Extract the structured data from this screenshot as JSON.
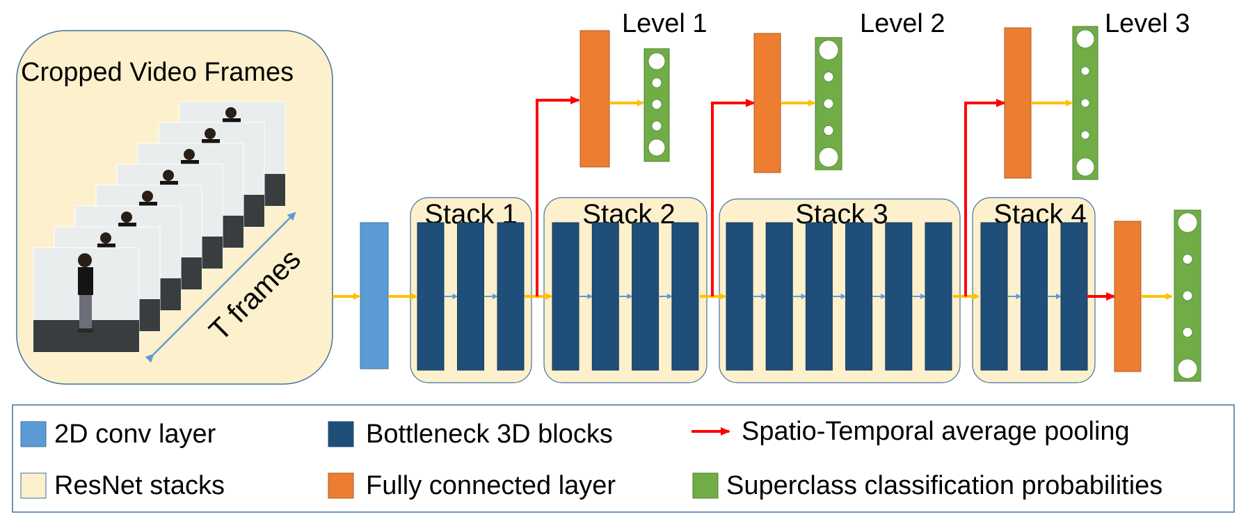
{
  "video": {
    "title": "Cropped Video Frames",
    "frames_label": "T frames",
    "frame_count": 8
  },
  "stacks": [
    {
      "label": "Stack 1",
      "blocks": 3
    },
    {
      "label": "Stack 2",
      "blocks": 4
    },
    {
      "label": "Stack 3",
      "blocks": 6
    },
    {
      "label": "Stack 4",
      "blocks": 3
    }
  ],
  "levels": [
    {
      "label": "Level 1",
      "probabilities": 5
    },
    {
      "label": "Level 2",
      "probabilities": 5
    },
    {
      "label": "Level 3",
      "probabilities": 5
    }
  ],
  "final_output": {
    "probabilities": 5
  },
  "legend": {
    "conv2d": "2D conv layer",
    "resnet": "ResNet stacks",
    "bottleneck": "Bottleneck 3D blocks",
    "fc": "Fully connected layer",
    "pooling": "Spatio-Temporal average pooling",
    "superclass": "Superclass classification probabilities"
  },
  "colors": {
    "stack_fill": "#FDF0CC",
    "conv2d": "#5B9BD5",
    "bottleneck": "#1F4E79",
    "fc": "#ED7D31",
    "superclass": "#70AD47",
    "flow_arrow": "#FFC000",
    "pool_arrow": "#FF0000",
    "inner_arrow": "#5B9BD5"
  }
}
